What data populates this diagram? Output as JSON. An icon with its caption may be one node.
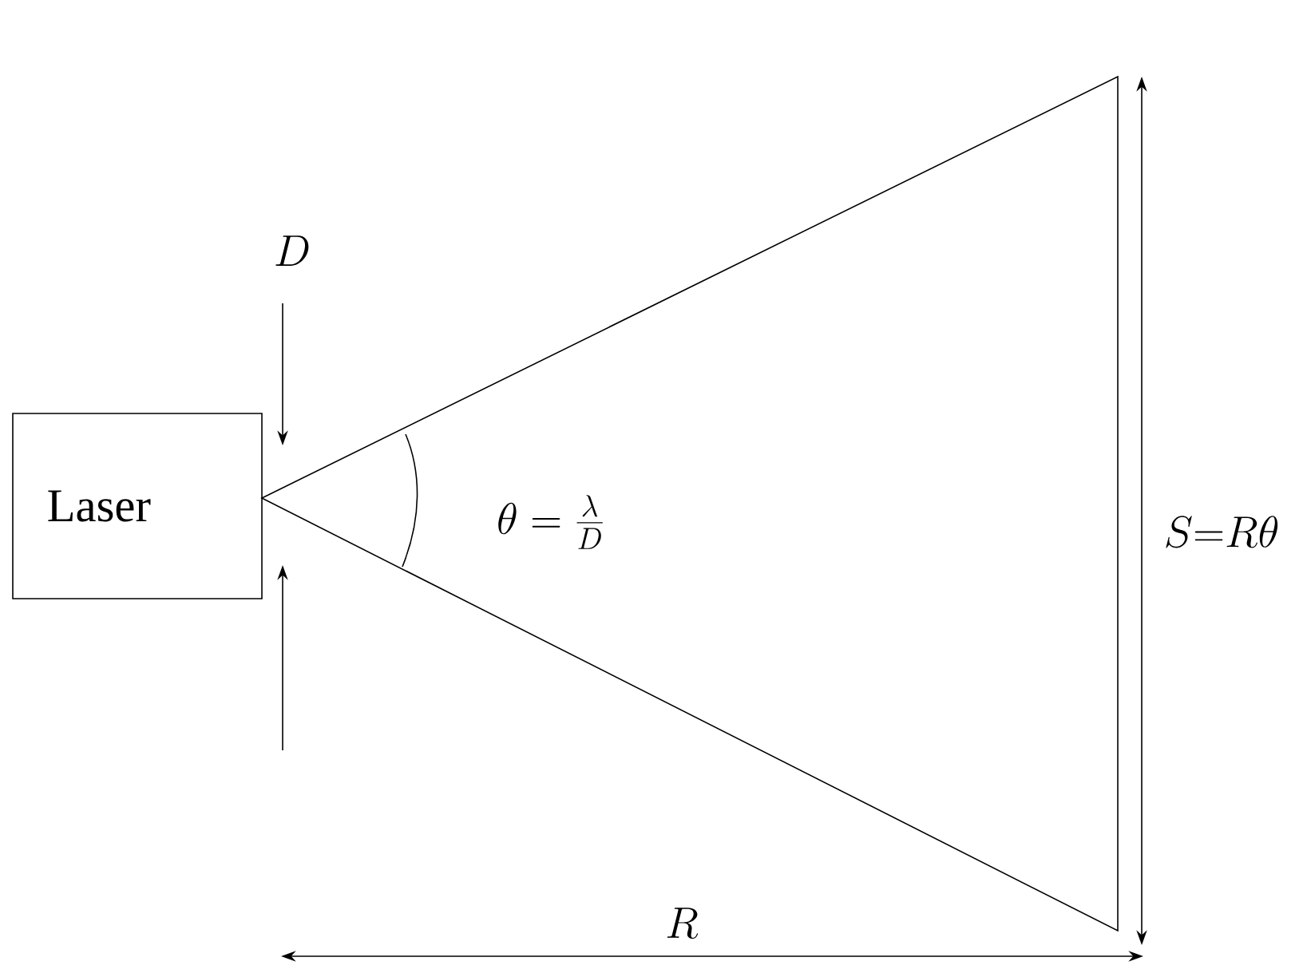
{
  "diagram": {
    "nodes": [
      {
        "text": [
          "Laser"
        ]
      }
    ],
    "labels": [
      "D",
      "\\theta = \\frac{\\lambda}{D}",
      "S{=}R\\theta",
      "R"
    ]
  }
}
